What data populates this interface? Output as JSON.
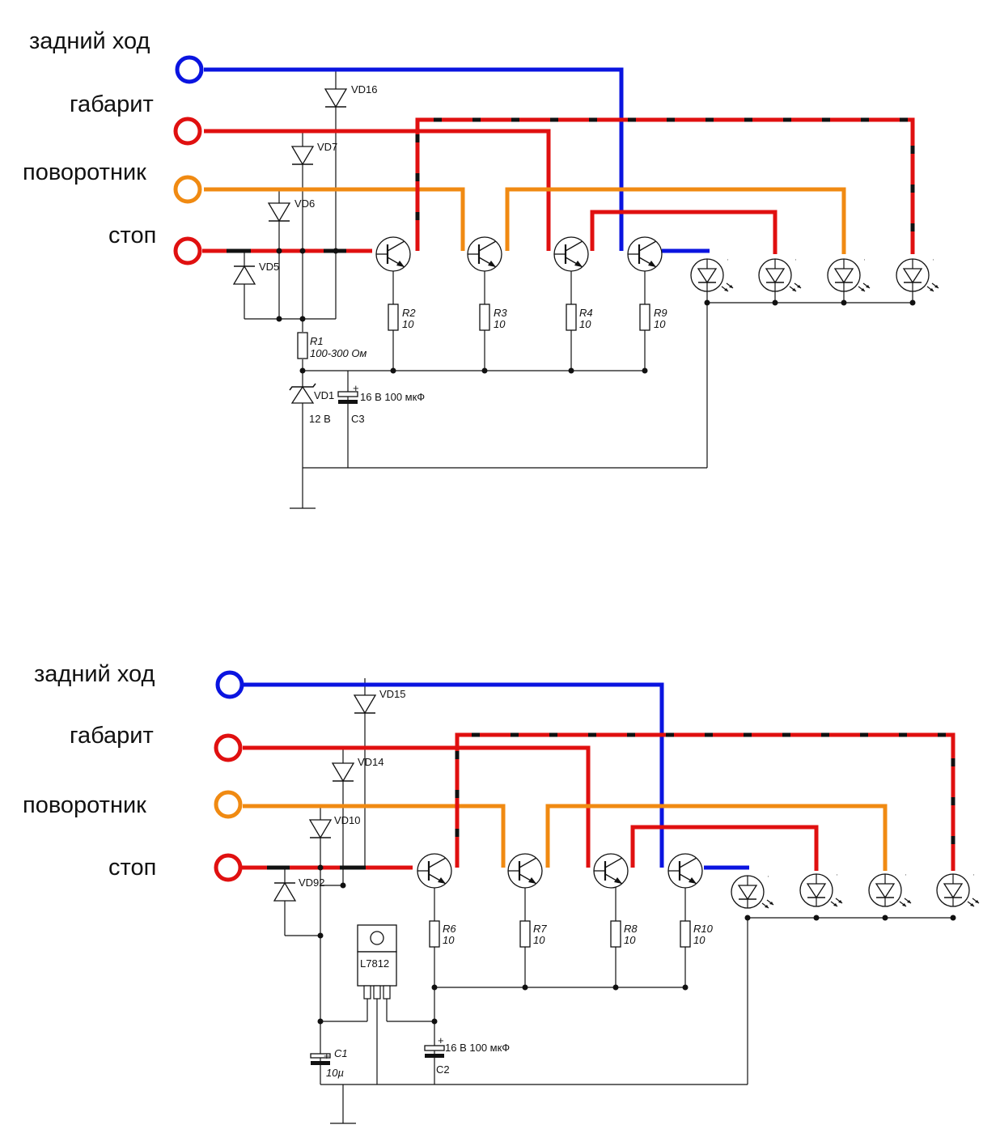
{
  "colors": {
    "reverse": "#0a14e0",
    "marker": "#e01010",
    "turn": "#f08a12",
    "stop": "#e01010",
    "wire": "#111111"
  },
  "labels": {
    "reverse": "задний ход",
    "marker": "габарит",
    "turn": "поворотник",
    "stop": "стоп"
  },
  "top": {
    "diodes": [
      "VD16",
      "VD7",
      "VD6",
      "VD5"
    ],
    "resistors": [
      {
        "name": "R2",
        "value": "10"
      },
      {
        "name": "R3",
        "value": "10"
      },
      {
        "name": "R4",
        "value": "10"
      },
      {
        "name": "R9",
        "value": "10"
      }
    ],
    "r1": {
      "name": "R1",
      "value": "100-300 Ом"
    },
    "zener": {
      "name": "VD1",
      "value": "12 В"
    },
    "cap": {
      "name": "C3",
      "value": "16 В 100 мкФ",
      "plus": "+"
    }
  },
  "bottom": {
    "diodes": [
      "VD15",
      "VD14",
      "VD10",
      "VD92"
    ],
    "resistors": [
      {
        "name": "R6",
        "value": "10"
      },
      {
        "name": "R7",
        "value": "10"
      },
      {
        "name": "R8",
        "value": "10"
      },
      {
        "name": "R10",
        "value": "10"
      }
    ],
    "regulator": "L7812",
    "c1": {
      "name": "C1",
      "value": "10µ",
      "plus": "+"
    },
    "c2": {
      "name": "C2",
      "value": "16 В 100 мкФ",
      "plus": "+"
    }
  }
}
